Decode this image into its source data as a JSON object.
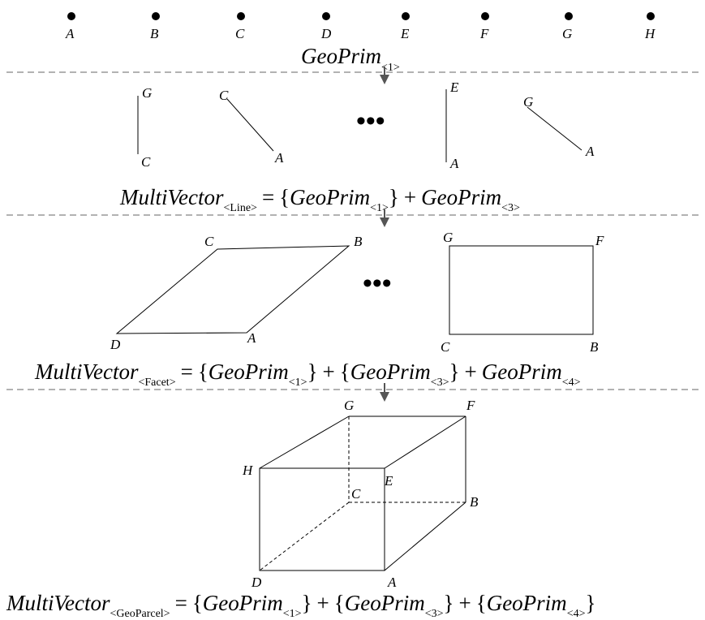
{
  "level1": {
    "points": [
      "A",
      "B",
      "C",
      "D",
      "E",
      "F",
      "G",
      "H"
    ],
    "equation": {
      "base": "GeoPrim",
      "sub": "<1>"
    }
  },
  "level2": {
    "lines": [
      {
        "p1": "G",
        "p2": "C"
      },
      {
        "p1": "C",
        "p2": "A"
      },
      {
        "p1": "E",
        "p2": "A"
      },
      {
        "p1": "G",
        "p2": "A"
      }
    ],
    "ellipsis": "•••",
    "equation": {
      "lhs": "MultiVector",
      "lhs_sub": "<Line>",
      "eq": "=",
      "plus": "+",
      "lbrace": "{",
      "rbrace": "}",
      "t1": "GeoPrim",
      "t1_sub": "<1>",
      "t2": "GeoPrim",
      "t2_sub": "<3>"
    }
  },
  "level3": {
    "para_labels": {
      "C": "C",
      "B": "B",
      "D": "D",
      "A": "A"
    },
    "rect_labels": {
      "G": "G",
      "F": "F",
      "C": "C",
      "B": "B"
    },
    "ellipsis": "•••",
    "equation": {
      "lhs": "MultiVector",
      "lhs_sub": "<Facet>",
      "eq": "=",
      "plus": "+",
      "lbrace": "{",
      "rbrace": "}",
      "t1": "GeoPrim",
      "t1_sub": "<1>",
      "t2": "GeoPrim",
      "t2_sub": "<3>",
      "t3": "GeoPrim",
      "t3_sub": "<4>"
    }
  },
  "level4": {
    "cube_labels": {
      "G": "G",
      "F": "F",
      "H": "H",
      "E": "E",
      "C": "C",
      "B": "B",
      "D": "D",
      "A": "A"
    },
    "equation": {
      "lhs": "MultiVector",
      "lhs_sub": "<GeoParcel>",
      "eq": "=",
      "plus": "+",
      "lbrace": "{",
      "rbrace": "}",
      "t1": "GeoPrim",
      "t1_sub": "<1>",
      "t2": "GeoPrim",
      "t2_sub": "<3>",
      "t3": "GeoPrim",
      "t3_sub": "<4>"
    }
  }
}
